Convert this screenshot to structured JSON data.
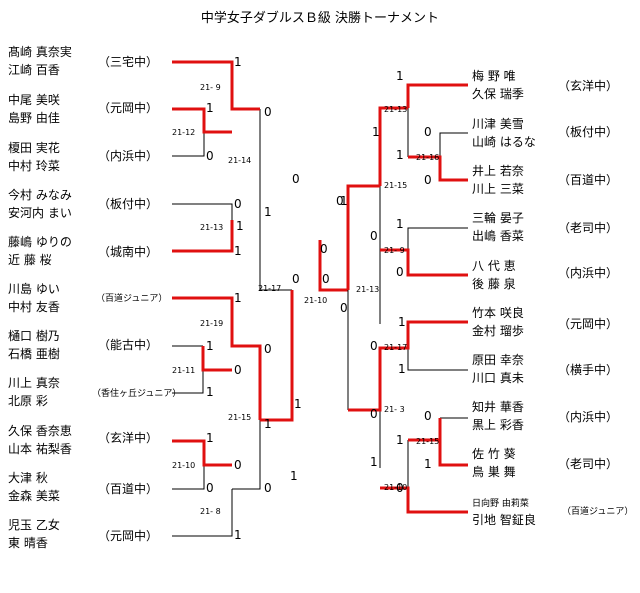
{
  "title": "中学女子ダブルスＢ級 決勝トーナメント",
  "colors": {
    "win_line": "#e01010",
    "line": "#000000"
  },
  "left_teams": [
    {
      "p1": "髙崎 真奈実",
      "p2": "江崎 百香",
      "school": "（三宅中）"
    },
    {
      "p1": "中尾 美咲",
      "p2": "島野 由佳",
      "school": "（元岡中）"
    },
    {
      "p1": "榎田 実花",
      "p2": "中村 玲菜",
      "school": "（内浜中）"
    },
    {
      "p1": "今村 みなみ",
      "p2": "安河内 まい",
      "school": "（板付中）"
    },
    {
      "p1": "藤嶋 ゆりの",
      "p2": "近 藤 桜",
      "school": "（城南中）"
    },
    {
      "p1": "川島 ゆい",
      "p2": "中村 友香",
      "school": "（百道ジュニア）"
    },
    {
      "p1": "樋口 樹乃",
      "p2": "石橋 亜樹",
      "school": "（能古中）"
    },
    {
      "p1": "川上 真奈",
      "p2": "北原 彩",
      "school": "（香住ヶ丘ジュニア）"
    },
    {
      "p1": "久保 香奈恵",
      "p2": "山本 祐梨香",
      "school": "（玄洋中）"
    },
    {
      "p1": "大津 秋",
      "p2": "金森 美菜",
      "school": "（百道中）"
    },
    {
      "p1": "児玉 乙女",
      "p2": "東 晴香",
      "school": "（元岡中）"
    }
  ],
  "right_teams": [
    {
      "p1": "梅 野 唯",
      "p2": "久保 瑞季",
      "school": "（玄洋中）"
    },
    {
      "p1": "川津 美雪",
      "p2": "山崎 はるな",
      "school": "（板付中）"
    },
    {
      "p1": "井上 若奈",
      "p2": "川上 三菜",
      "school": "（百道中）"
    },
    {
      "p1": "三輪 晏子",
      "p2": "出嶋 香菜",
      "school": "（老司中）"
    },
    {
      "p1": "八 代 恵",
      "p2": "後 藤 泉",
      "school": "（内浜中）"
    },
    {
      "p1": "竹本 咲良",
      "p2": "金村 瑠歩",
      "school": "（元岡中）"
    },
    {
      "p1": "原田 幸奈",
      "p2": "川口 真未",
      "school": "（横手中）"
    },
    {
      "p1": "知井 華香",
      "p2": "黒上 彩香",
      "school": "（内浜中）"
    },
    {
      "p1": "佐 竹 葵",
      "p2": "鳥 巣 舞",
      "school": "（老司中）"
    },
    {
      "p1": "日向野 由莉菜",
      "p2": "引地 智鉦良",
      "school": "（百道ジュニア）"
    }
  ],
  "scores": [
    {
      "t": "1",
      "c": "score"
    },
    {
      "t": "1",
      "c": "score"
    },
    {
      "t": "0",
      "c": "score"
    },
    {
      "t": "0",
      "c": "score"
    },
    {
      "t": "1",
      "c": "score"
    },
    {
      "t": "0",
      "c": "score"
    },
    {
      "t": "0",
      "c": "score"
    },
    {
      "t": "1",
      "c": "score"
    },
    {
      "t": "0",
      "c": "score"
    },
    {
      "t": "0",
      "c": "score"
    },
    {
      "t": "0",
      "c": "score"
    },
    {
      "t": "1",
      "c": "score"
    },
    {
      "t": "1",
      "c": "score"
    },
    {
      "t": "1",
      "c": "score"
    },
    {
      "t": "0",
      "c": "score"
    },
    {
      "t": "0",
      "c": "score"
    },
    {
      "t": "1",
      "c": "score"
    },
    {
      "t": "1",
      "c": "score"
    },
    {
      "t": "1",
      "c": "score"
    },
    {
      "t": "0",
      "c": "score"
    },
    {
      "t": "0",
      "c": "score"
    },
    {
      "t": "1",
      "c": "score"
    },
    {
      "t": "0",
      "c": "score"
    },
    {
      "t": "1",
      "c": "score"
    },
    {
      "t": "0",
      "c": "score"
    },
    {
      "t": "0",
      "c": "score"
    },
    {
      "t": "1",
      "c": "score"
    },
    {
      "t": "1",
      "c": "score"
    },
    {
      "t": "0",
      "c": "score"
    },
    {
      "t": "1",
      "c": "score"
    },
    {
      "t": "0",
      "c": "score"
    },
    {
      "t": "1",
      "c": "score"
    },
    {
      "t": "1",
      "c": "score"
    },
    {
      "t": "0",
      "c": "score"
    },
    {
      "t": "1",
      "c": "score"
    },
    {
      "t": "0",
      "c": "score"
    },
    {
      "t": "1",
      "c": "score"
    },
    {
      "t": "1",
      "c": "score"
    },
    {
      "t": "0",
      "c": "score"
    },
    {
      "t": "0",
      "c": "score"
    },
    {
      "t": "1",
      "c": "score"
    },
    {
      "t": "1",
      "c": "score"
    },
    {
      "t": "0",
      "c": "score"
    },
    {
      "t": "0",
      "c": "score"
    },
    {
      "t": "1",
      "c": "score"
    },
    {
      "t": "21- 9",
      "c": "set"
    },
    {
      "t": "21-12",
      "c": "set"
    },
    {
      "t": "21-14",
      "c": "set"
    },
    {
      "t": "21-13",
      "c": "set"
    },
    {
      "t": "21-17",
      "c": "set"
    },
    {
      "t": "21-19",
      "c": "set"
    },
    {
      "t": "21-11",
      "c": "set"
    },
    {
      "t": "21-15",
      "c": "set"
    },
    {
      "t": "21-10",
      "c": "set"
    },
    {
      "t": "21- 8",
      "c": "set"
    },
    {
      "t": "21-10",
      "c": "set"
    },
    {
      "t": "21-13",
      "c": "set"
    },
    {
      "t": "21-13",
      "c": "set"
    },
    {
      "t": "21-16",
      "c": "set"
    },
    {
      "t": "21-15",
      "c": "set"
    },
    {
      "t": "21- 9",
      "c": "set"
    },
    {
      "t": "21-17",
      "c": "set"
    },
    {
      "t": "21- 3",
      "c": "set"
    },
    {
      "t": "21-15",
      "c": "set"
    },
    {
      "t": "21-10",
      "c": "set"
    }
  ]
}
